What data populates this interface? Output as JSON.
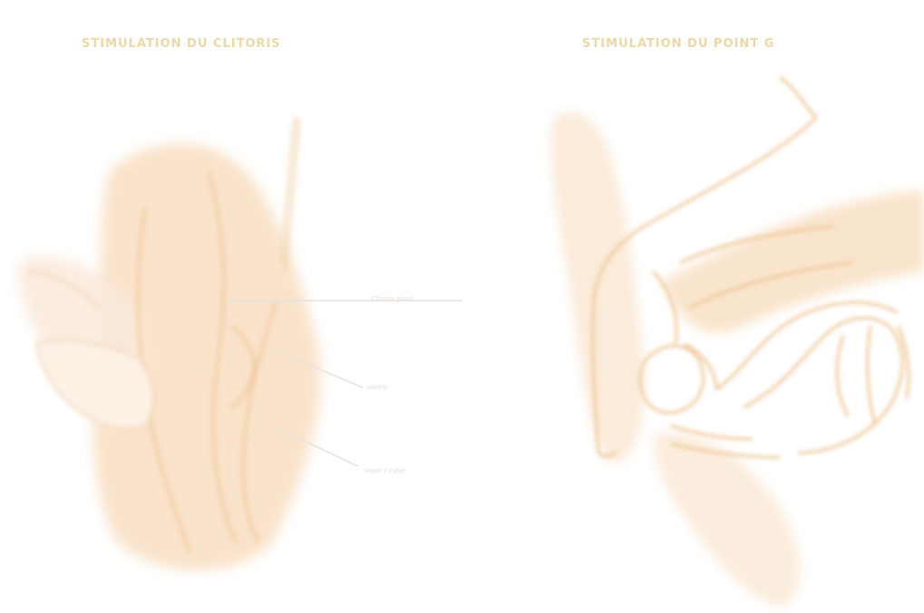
{
  "panels": {
    "left": {
      "title": "STIMULATION DU CLITORIS",
      "callouts": [
        {
          "label": "Clitoris gland"
        },
        {
          "label": "Urètre"
        },
        {
          "label": "Vagin / vulve"
        }
      ]
    },
    "right": {
      "title": "STIMULATION DU POINT G"
    }
  },
  "colors": {
    "title": "#ecd7a8",
    "skin_fill": "#f8e4cf",
    "skin_line": "#efc89a",
    "leader_line": "#e9e2dc"
  }
}
